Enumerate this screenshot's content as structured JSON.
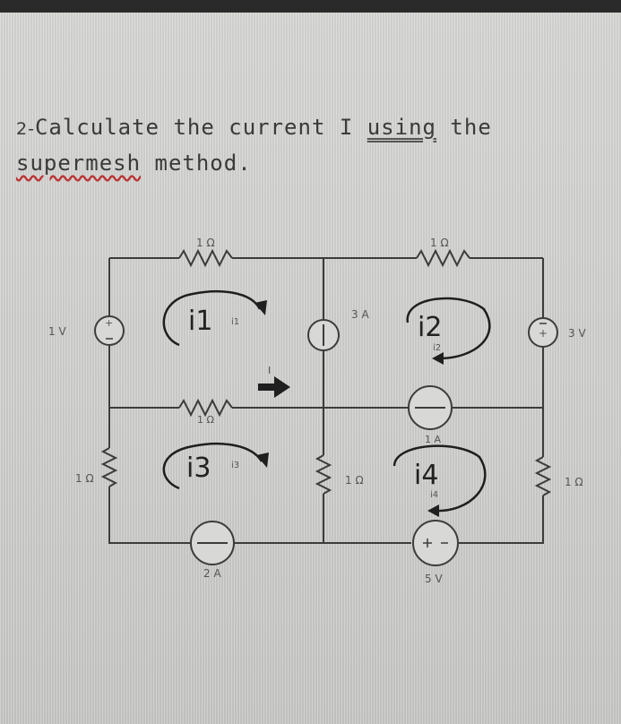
{
  "problem": {
    "number": "2-",
    "line1_a": "Calculate the current I ",
    "line1_b": "using",
    "line1_c": " the",
    "line2_a": "supermesh",
    "line2_b": " method."
  },
  "circuit": {
    "labels": {
      "r_top_left": "1 Ω",
      "r_top_right": "1 Ω",
      "r_mid": "1 Ω",
      "r_left": "1 Ω",
      "r_center": "1 Ω",
      "r_right": "1 Ω",
      "v_left": "1 V",
      "v_right": "3 V",
      "v_bottom": "5 V",
      "i_center": "3 A",
      "i_right_mid": "1 A",
      "i_bottom": "2 A",
      "current_I": "I"
    },
    "meshes": {
      "m1": "i1",
      "m2": "i2",
      "m3": "i3",
      "m4": "i4",
      "m1_small": "i1",
      "m2_small": "i2",
      "m3_small": "i3",
      "m4_small": "i4"
    }
  }
}
